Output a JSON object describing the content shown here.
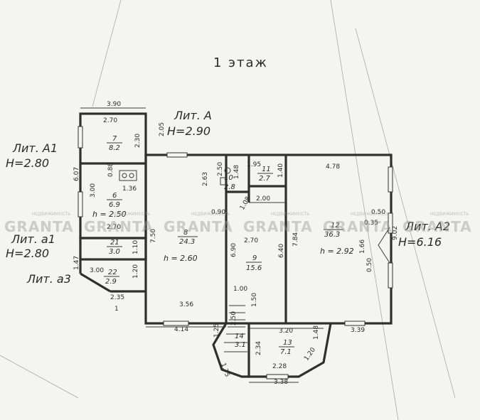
{
  "title": "1 этаж",
  "buildings": {
    "lit_a": {
      "label": "Лит. А",
      "height": "H=2.90"
    },
    "lit_a1": {
      "label": "Лит. А1",
      "height": "H=2.80"
    },
    "lit_a1_small": {
      "label": "Лит. а1",
      "height": "H=2.80"
    },
    "lit_a3": {
      "label": "Лит. а3"
    },
    "lit_a2": {
      "label": "Лит. А2",
      "height": "H=6.16"
    }
  },
  "rooms": [
    {
      "num": "7",
      "area": "8.2"
    },
    {
      "num": "6",
      "area": "6.9"
    },
    {
      "num": "21",
      "area": "3.0"
    },
    {
      "num": "22",
      "area": "2.9"
    },
    {
      "num": "8",
      "area": "24.3"
    },
    {
      "num": "10",
      "area": "2.8"
    },
    {
      "num": "11",
      "area": "2.7"
    },
    {
      "num": "9",
      "area": "15.6"
    },
    {
      "num": "12",
      "area": "36.3"
    },
    {
      "num": "13",
      "area": "7.1"
    },
    {
      "num": "14",
      "area": "3.1"
    }
  ],
  "heights": [
    "h = 2.50",
    "h = 2.60",
    "h = 2.92"
  ],
  "dimensions": {
    "d390": "3.90",
    "d270a": "2.70",
    "d205": "2.05",
    "d230": "2.30",
    "d607": "6.07",
    "d088": "0.88",
    "d136": "1.36",
    "d300a": "3.00",
    "d270b": "2.70",
    "d147": "1.47",
    "d110": "1.10",
    "d300b": "3.00",
    "d120a": "1.20",
    "d235": "2.35",
    "d1": "1",
    "d263": "2.63",
    "d250a": "2.50",
    "d148a": "1.48",
    "d195": "1.95",
    "d140": "1.40",
    "d478": "4.78",
    "d090": "0.90",
    "d108": "1.08",
    "d200": "2.00",
    "d750": "7.50",
    "d270c": "2.70",
    "d690": "6.90",
    "d640": "6.40",
    "d784": "7.84",
    "d050a": "0.50",
    "d035": "0.35",
    "d166": "1.66",
    "d050b": "0.50",
    "d902": "9.02",
    "d100": "1.00",
    "d150": "1.50",
    "d356": "3.56",
    "d414": "4.14",
    "d125": "1.25",
    "d250b": "2.50",
    "d320": "3.20",
    "d148b": "1.48",
    "d339": "3.39",
    "d234": "2.34",
    "d120b": "1.20",
    "d228": "2.28",
    "d175": "1.75",
    "d338": "3.38"
  },
  "watermark": {
    "brand": "GRANTA",
    "sub": "НЕДВИЖИМОСТЬ"
  },
  "colors": {
    "paper": "#f4f4f1",
    "ink": "#2f2f2f",
    "watermark": "#9a9a9a"
  }
}
